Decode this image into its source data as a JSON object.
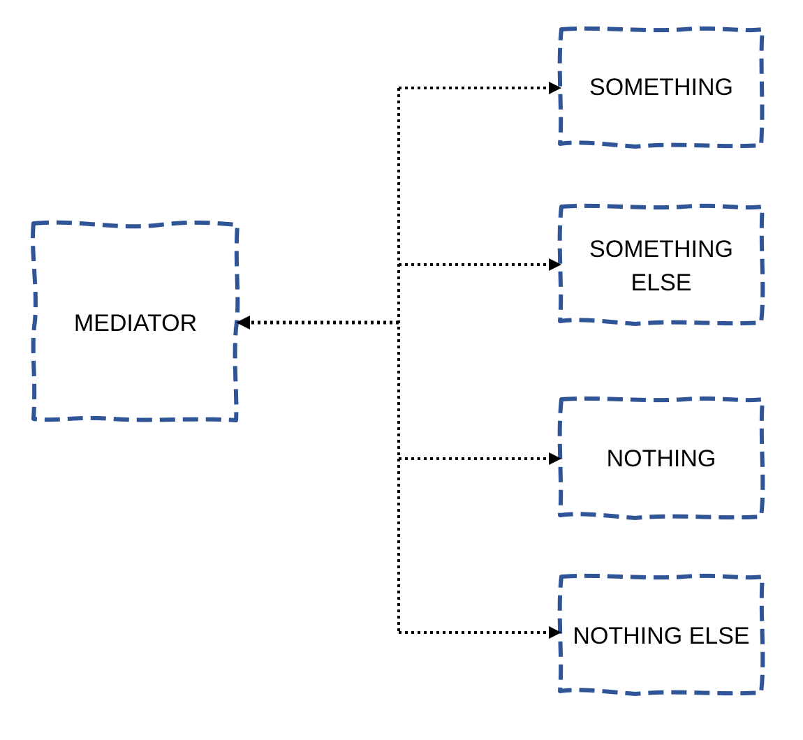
{
  "diagram": {
    "colors": {
      "box_border": "#2f5597",
      "connector": "#000000",
      "background": "#ffffff"
    },
    "mediator": {
      "label": "MEDIATOR"
    },
    "targets": [
      {
        "label_line1": "SOMETHING",
        "label_line2": ""
      },
      {
        "label_line1": "SOMETHING",
        "label_line2": "ELSE"
      },
      {
        "label_line1": "NOTHING",
        "label_line2": ""
      },
      {
        "label_line1": "NOTHING ELSE",
        "label_line2": ""
      }
    ]
  }
}
